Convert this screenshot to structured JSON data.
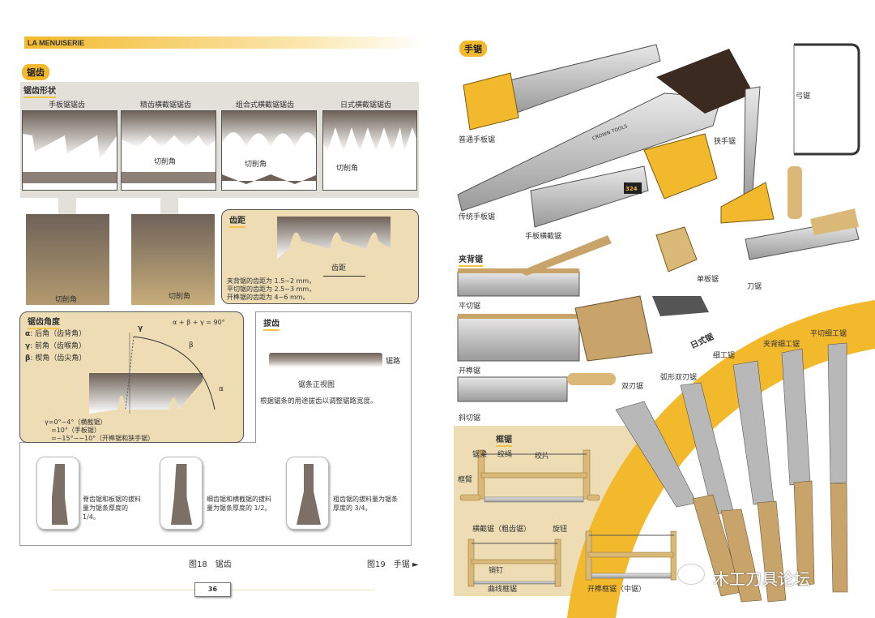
{
  "left_page": {
    "header": "LA MENUISERIE",
    "section_title": "锯齿",
    "tooth_shape": {
      "title": "锯齿形状",
      "types": [
        "手板锯锯齿",
        "精齿横截锯锯齿",
        "组合式横截锯锯齿",
        "日式横截锯锯齿"
      ],
      "cutting_angle_label": "切削角"
    },
    "photos": {
      "label": "切削角"
    },
    "pitch": {
      "title": "齿距",
      "arrow_label": "齿距",
      "lines": [
        "夹背锯的齿距为 1.5~2 mm，",
        "平切锯的齿距为 2.5~3 mm，",
        "开榫锯的齿距为 4~6 mm。"
      ]
    },
    "angles": {
      "title": "锯齿角度",
      "formula": "α + β + γ = 90°",
      "defs": [
        {
          "sym": "α",
          "text": ": 后角（齿背角）"
        },
        {
          "sym": "γ",
          "text": ": 前角（齿喉角）"
        },
        {
          "sym": "β",
          "text": ": 楔角（齿尖角）"
        }
      ],
      "greek": {
        "alpha": "α",
        "beta": "β",
        "gamma": "γ"
      },
      "values": [
        "γ=0°~4°（横截锯）",
        "=10°（手板锯）",
        "=−15°~−10°（开榫锯和狭手锯）"
      ]
    },
    "set": {
      "title": "拔齿",
      "kerf_label": "锯路",
      "view_label": "锯条正视图",
      "desc": "根据锯条的用途拔齿以调整锯路宽度。"
    },
    "set_amounts": [
      "脊齿锯和板锯的拔料量为锯条厚度的 1/4。",
      "细齿锯和横截锯的拔料量为锯条厚度的 1/2。",
      "粗齿锯的拔料量为锯条厚度的 3/4。"
    ],
    "caption_left": "图18　锯齿",
    "caption_right": "图19　手锯 ►",
    "page_number": "36"
  },
  "right_page": {
    "section_title": "手锯",
    "labels": {
      "common": "普通手板锯",
      "traditional": "传统手板锯",
      "crosscut": "手板横截锯",
      "keyhole": "狭手锯",
      "coping": "弓锯",
      "veneer": "单板锯",
      "knife": "刀锯",
      "crown": "CROWN TOOLS",
      "badge": "324"
    },
    "backsaw": {
      "title": "夹背锯",
      "items": [
        "平切锯",
        "开榫锯",
        "斜切锯"
      ]
    },
    "japanese": {
      "title": "日式锯",
      "items": [
        "双刃锯",
        "弧形双刃锯",
        "细工锯",
        "夹背细工锯",
        "平切细工锯"
      ]
    },
    "frame": {
      "title": "框锯",
      "parts": [
        "锯梁",
        "绞绳",
        "绞片",
        "框臂",
        "旋钮",
        "销钉"
      ],
      "items": [
        "横截锯（粗齿锯）",
        "曲线框锯",
        "开榫框锯（中锯）"
      ]
    },
    "watermark": "木工刀具论坛"
  },
  "colors": {
    "accent": "#f3b92c",
    "beige": "#eddcb4",
    "panel": "#e3dfd9"
  }
}
